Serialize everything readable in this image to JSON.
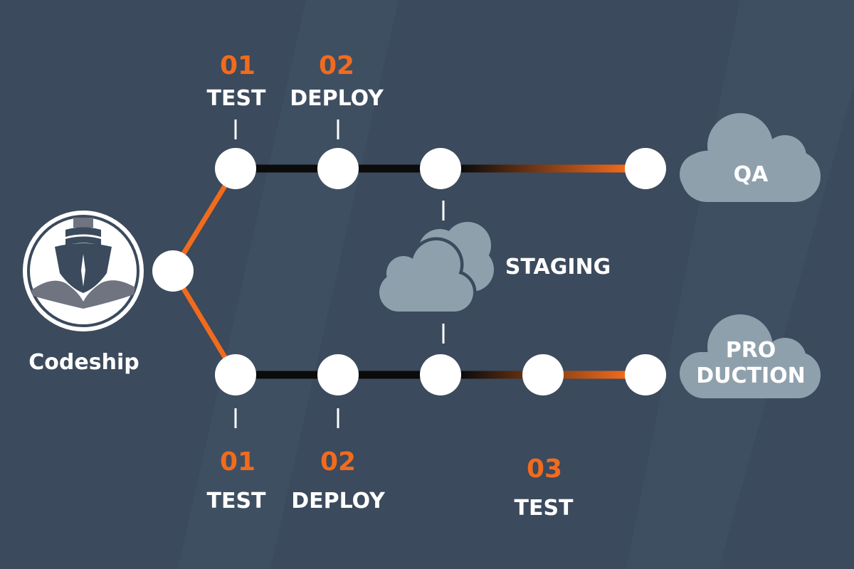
{
  "brand": {
    "name": "Codeship",
    "logo_icon": "ship-icon"
  },
  "colors": {
    "background": "#3b4a5c",
    "accent": "#f26b1d",
    "node": "#ffffff",
    "track": "#0b0b0b",
    "cloud": "#8fa0ad"
  },
  "pipelines": {
    "top": {
      "steps": [
        {
          "number": "01",
          "label": "TEST"
        },
        {
          "number": "02",
          "label": "DEPLOY"
        }
      ],
      "target": "QA"
    },
    "bottom": {
      "steps": [
        {
          "number": "01",
          "label": "TEST"
        },
        {
          "number": "02",
          "label": "DEPLOY"
        },
        {
          "number": "03",
          "label": "TEST"
        }
      ],
      "target_line1": "PRO",
      "target_line2": "DUCTION"
    }
  },
  "staging": {
    "label": "STAGING"
  }
}
